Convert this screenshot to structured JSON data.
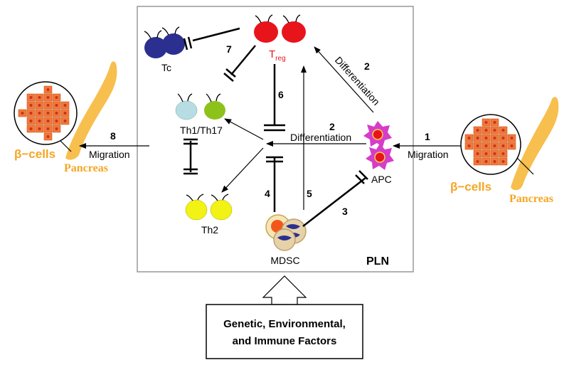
{
  "region_label": "PLN",
  "cells": {
    "tc": "Tc",
    "treg_main": "T",
    "treg_sub": "reg",
    "th1_th17": "Th1/Th17",
    "th2": "Th2",
    "apc": "APC",
    "mdsc": "MDSC"
  },
  "pathways": {
    "num_1": "1",
    "num_2_top": "2",
    "num_2_mid": "2",
    "num_3": "3",
    "num_4": "4",
    "num_5": "5",
    "num_6": "6",
    "num_7": "7",
    "num_8": "8",
    "differentiation_top": "Differentiation",
    "differentiation_mid": "Differentiation",
    "migration_left": "Migration",
    "migration_right": "Migration"
  },
  "tissue": {
    "beta_cells_left": "β−cells",
    "pancreas_left": "Pancreas",
    "beta_cells_right": "β−cells",
    "pancreas_right": "Pancreas"
  },
  "factors": {
    "line1": "Genetic, Environmental,",
    "line2": "and Immune Factors"
  },
  "colors": {
    "tc": "#2b2f8f",
    "treg": "#e8141c",
    "th1": "#b7dde3",
    "th17": "#8cc21a",
    "th2": "#f2f215",
    "apc": "#d63cc8",
    "tissue": "#f7bf4d",
    "beta_cell": "#f2783a"
  }
}
